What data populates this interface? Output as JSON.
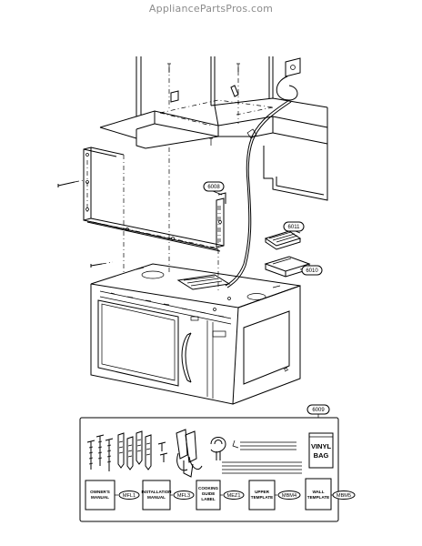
{
  "watermark": "AppliancePartsPros.com",
  "callouts": {
    "p6008": "6008",
    "p6011": "6011",
    "p6010": "6010",
    "p6009": "6009"
  },
  "kit": {
    "bag_line1": "VINYL",
    "bag_line2": "BAG",
    "docs": [
      {
        "label_lines": [
          "OWNER'S",
          "MANUAL"
        ],
        "code": "MFL1"
      },
      {
        "label_lines": [
          "INSTALLATION",
          "MANUAL"
        ],
        "code": "MFL3"
      },
      {
        "label_lines": [
          "COOKING",
          "GUIDE",
          "LABEL"
        ],
        "code": "MEZ1"
      },
      {
        "label_lines": [
          "UPPER",
          "TEMPLATE"
        ],
        "code": "MBM4"
      },
      {
        "label_lines": [
          "WALL",
          "TEMPLATE"
        ],
        "code": "MBM5"
      }
    ]
  }
}
